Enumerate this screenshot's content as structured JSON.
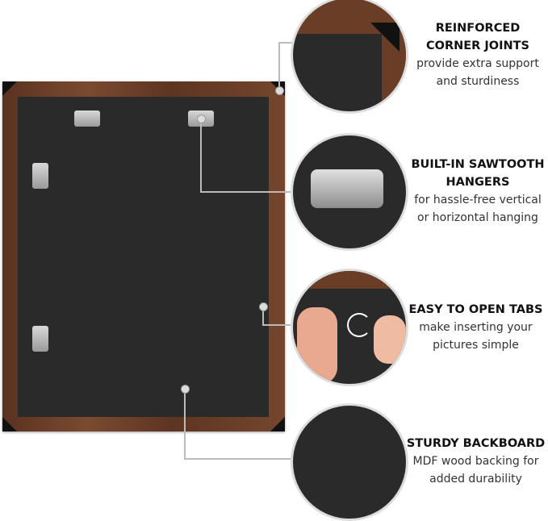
{
  "features": [
    {
      "title": "REINFORCED CORNER JOINTS",
      "desc": "provide extra support and sturdiness"
    },
    {
      "title": "BUILT-IN SAWTOOTH HANGERS",
      "desc": "for hassle-free vertical or horizontal hanging"
    },
    {
      "title": "EASY TO OPEN TABS",
      "desc": "make inserting your pictures simple"
    },
    {
      "title": "STURDY BACKBOARD",
      "desc": "MDF wood backing for added durability"
    }
  ]
}
